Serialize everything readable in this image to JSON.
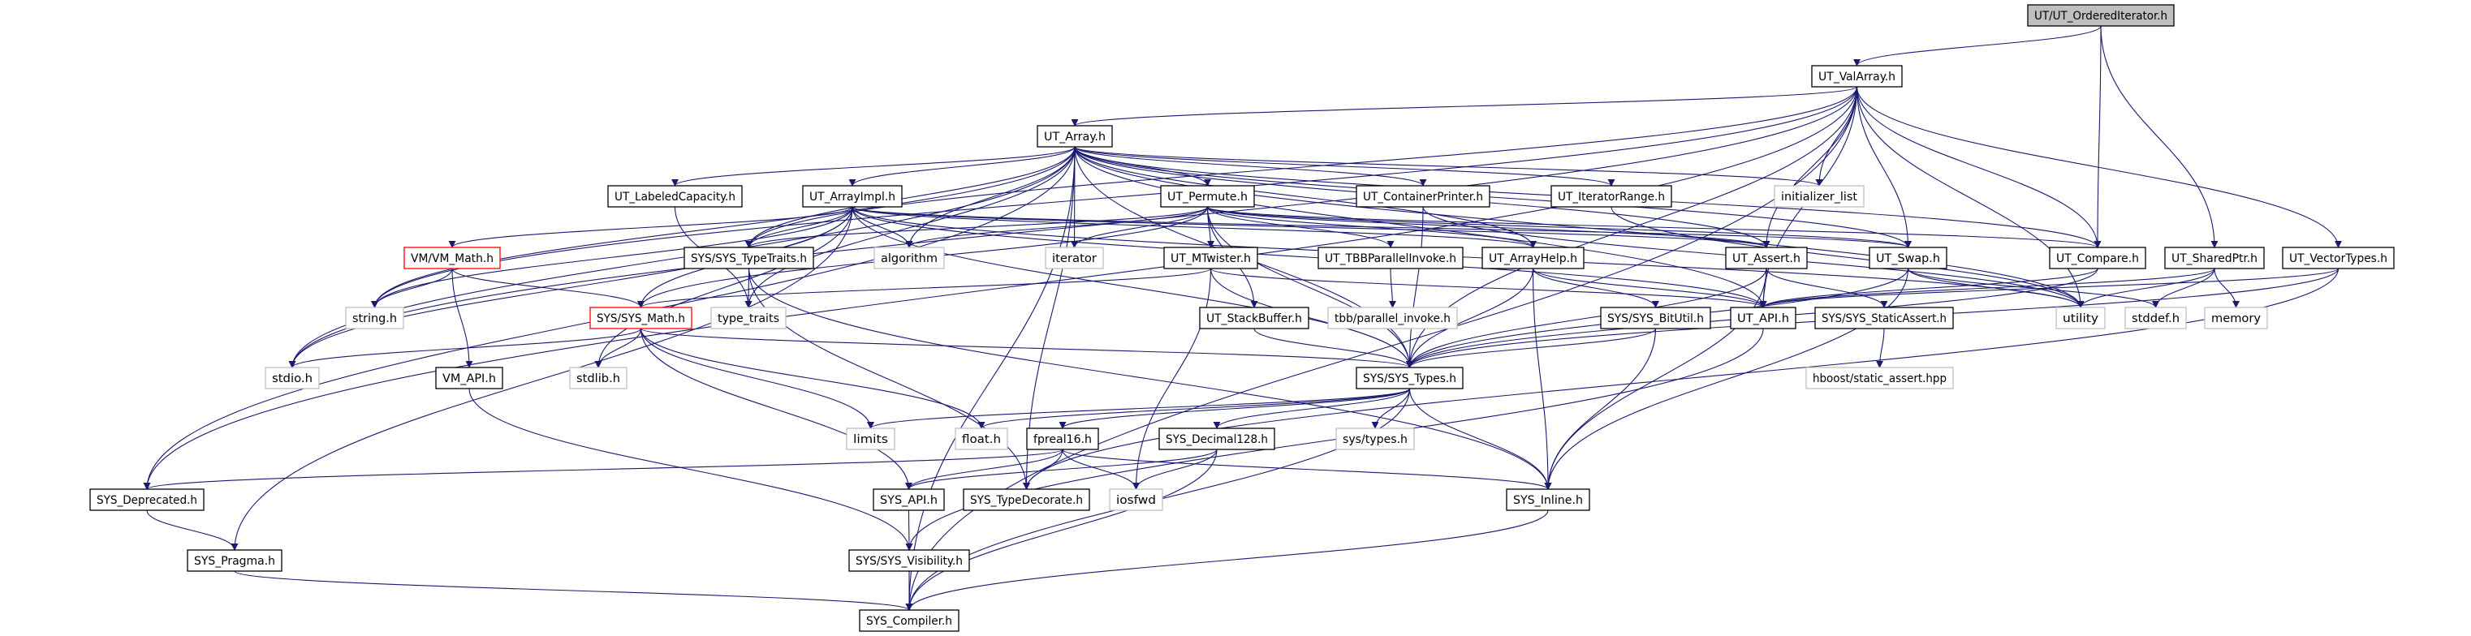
{
  "graph": {
    "type": "include-dependency-graph",
    "colors": {
      "edge": "#191970",
      "root_fill": "#bfbfbf",
      "documented_border": "#000000",
      "external_border": "#bfbfbf",
      "truncated_border": "#ff0000"
    },
    "nodes": [
      {
        "id": "oi",
        "label": "UT/UT_OrderedIterator.h",
        "kind": "root"
      },
      {
        "id": "valarray",
        "label": "UT_ValArray.h",
        "kind": "documented"
      },
      {
        "id": "array",
        "label": "UT_Array.h",
        "kind": "documented"
      },
      {
        "id": "labeled",
        "label": "UT_LabeledCapacity.h",
        "kind": "documented"
      },
      {
        "id": "arrayimpl",
        "label": "UT_ArrayImpl.h",
        "kind": "documented"
      },
      {
        "id": "permute",
        "label": "UT_Permute.h",
        "kind": "documented"
      },
      {
        "id": "contprint",
        "label": "UT_ContainerPrinter.h",
        "kind": "documented"
      },
      {
        "id": "iterrange",
        "label": "UT_IteratorRange.h",
        "kind": "documented"
      },
      {
        "id": "initlist",
        "label": "initializer_list",
        "kind": "external"
      },
      {
        "id": "vmmath",
        "label": "VM/VM_Math.h",
        "kind": "truncated"
      },
      {
        "id": "typetraits",
        "label": "SYS/SYS_TypeTraits.h",
        "kind": "documented"
      },
      {
        "id": "algorithm",
        "label": "algorithm",
        "kind": "external"
      },
      {
        "id": "iterator",
        "label": "iterator",
        "kind": "external"
      },
      {
        "id": "mtwister",
        "label": "UT_MTwister.h",
        "kind": "documented"
      },
      {
        "id": "tbbpi",
        "label": "UT_TBBParallelInvoke.h",
        "kind": "documented"
      },
      {
        "id": "arrayhelp",
        "label": "UT_ArrayHelp.h",
        "kind": "documented"
      },
      {
        "id": "assert",
        "label": "UT_Assert.h",
        "kind": "documented"
      },
      {
        "id": "swap",
        "label": "UT_Swap.h",
        "kind": "documented"
      },
      {
        "id": "compare",
        "label": "UT_Compare.h",
        "kind": "documented"
      },
      {
        "id": "sharedptr",
        "label": "UT_SharedPtr.h",
        "kind": "documented"
      },
      {
        "id": "vectortypes",
        "label": "UT_VectorTypes.h",
        "kind": "documented"
      },
      {
        "id": "string",
        "label": "string.h",
        "kind": "external"
      },
      {
        "id": "sysmath",
        "label": "SYS/SYS_Math.h",
        "kind": "truncated"
      },
      {
        "id": "stdtraits",
        "label": "type_traits",
        "kind": "external"
      },
      {
        "id": "stackbuf",
        "label": "UT_StackBuffer.h",
        "kind": "documented"
      },
      {
        "id": "tbbpar",
        "label": "tbb/parallel_invoke.h",
        "kind": "external"
      },
      {
        "id": "bitutil",
        "label": "SYS/SYS_BitUtil.h",
        "kind": "documented"
      },
      {
        "id": "utapi",
        "label": "UT_API.h",
        "kind": "documented"
      },
      {
        "id": "staticassert",
        "label": "SYS/SYS_StaticAssert.h",
        "kind": "documented"
      },
      {
        "id": "utility",
        "label": "utility",
        "kind": "external"
      },
      {
        "id": "stddef",
        "label": "stddef.h",
        "kind": "external"
      },
      {
        "id": "memory",
        "label": "memory",
        "kind": "external"
      },
      {
        "id": "stdio",
        "label": "stdio.h",
        "kind": "external"
      },
      {
        "id": "vmapi",
        "label": "VM_API.h",
        "kind": "documented"
      },
      {
        "id": "stdlib",
        "label": "stdlib.h",
        "kind": "external"
      },
      {
        "id": "systypes",
        "label": "SYS/SYS_Types.h",
        "kind": "documented"
      },
      {
        "id": "hboost",
        "label": "hboost/static_assert.hpp",
        "kind": "external"
      },
      {
        "id": "limits",
        "label": "limits",
        "kind": "external"
      },
      {
        "id": "float",
        "label": "float.h",
        "kind": "external"
      },
      {
        "id": "fpreal16",
        "label": "fpreal16.h",
        "kind": "documented"
      },
      {
        "id": "decimal",
        "label": "SYS_Decimal128.h",
        "kind": "documented"
      },
      {
        "id": "systypesh",
        "label": "sys/types.h",
        "kind": "external"
      },
      {
        "id": "deprecated",
        "label": "SYS_Deprecated.h",
        "kind": "documented"
      },
      {
        "id": "sysapi",
        "label": "SYS_API.h",
        "kind": "documented"
      },
      {
        "id": "typedecorate",
        "label": "SYS_TypeDecorate.h",
        "kind": "documented"
      },
      {
        "id": "iosfwd",
        "label": "iosfwd",
        "kind": "external"
      },
      {
        "id": "inline",
        "label": "SYS_Inline.h",
        "kind": "documented"
      },
      {
        "id": "pragma",
        "label": "SYS_Pragma.h",
        "kind": "documented"
      },
      {
        "id": "visibility",
        "label": "SYS/SYS_Visibility.h",
        "kind": "documented"
      },
      {
        "id": "compiler",
        "label": "SYS_Compiler.h",
        "kind": "documented"
      }
    ],
    "edges": [
      [
        "oi",
        "valarray"
      ],
      [
        "oi",
        "compare"
      ],
      [
        "oi",
        "sharedptr"
      ],
      [
        "valarray",
        "array"
      ],
      [
        "valarray",
        "initlist"
      ],
      [
        "valarray",
        "assert"
      ],
      [
        "valarray",
        "swap"
      ],
      [
        "valarray",
        "utapi"
      ],
      [
        "valarray",
        "compare"
      ],
      [
        "valarray",
        "vectortypes"
      ],
      [
        "valarray",
        "systypes"
      ],
      [
        "valarray",
        "string"
      ],
      [
        "valarray",
        "stdio"
      ],
      [
        "valarray",
        "compiler"
      ],
      [
        "valarray",
        "deprecated"
      ],
      [
        "valarray",
        "typetraits"
      ],
      [
        "valarray",
        "utility"
      ],
      [
        "array",
        "arrayimpl"
      ],
      [
        "array",
        "labeled"
      ],
      [
        "array",
        "permute"
      ],
      [
        "array",
        "contprint"
      ],
      [
        "array",
        "iterrange"
      ],
      [
        "array",
        "algorithm"
      ],
      [
        "array",
        "iterator"
      ],
      [
        "array",
        "initlist"
      ],
      [
        "array",
        "assert"
      ],
      [
        "array",
        "swap"
      ],
      [
        "array",
        "utapi"
      ],
      [
        "array",
        "arrayhelp"
      ],
      [
        "array",
        "systypes"
      ],
      [
        "array",
        "typetraits"
      ],
      [
        "array",
        "deprecated"
      ],
      [
        "array",
        "compiler"
      ],
      [
        "array",
        "string"
      ],
      [
        "array",
        "stdio"
      ],
      [
        "array",
        "typedecorate"
      ],
      [
        "array",
        "stdtraits"
      ],
      [
        "array",
        "utility"
      ],
      [
        "array",
        "compare"
      ],
      [
        "arrayimpl",
        "vmmath"
      ],
      [
        "arrayimpl",
        "sysmath"
      ],
      [
        "arrayimpl",
        "typetraits"
      ],
      [
        "arrayimpl",
        "algorithm"
      ],
      [
        "arrayimpl",
        "string"
      ],
      [
        "arrayimpl",
        "stdio"
      ],
      [
        "arrayimpl",
        "stdlib"
      ],
      [
        "arrayimpl",
        "pragma"
      ],
      [
        "arrayimpl",
        "swap"
      ],
      [
        "arrayimpl",
        "assert"
      ],
      [
        "arrayimpl",
        "arrayhelp"
      ],
      [
        "arrayimpl",
        "utapi"
      ],
      [
        "arrayimpl",
        "utility"
      ],
      [
        "arrayimpl",
        "systypes"
      ],
      [
        "labeled",
        "stdtraits"
      ],
      [
        "permute",
        "typetraits"
      ],
      [
        "permute",
        "algorithm"
      ],
      [
        "permute",
        "iterator"
      ],
      [
        "permute",
        "mtwister"
      ],
      [
        "permute",
        "stackbuf"
      ],
      [
        "permute",
        "tbbpi"
      ],
      [
        "permute",
        "arrayhelp"
      ],
      [
        "permute",
        "assert"
      ],
      [
        "permute",
        "swap"
      ],
      [
        "permute",
        "systypes"
      ],
      [
        "permute",
        "sysmath"
      ],
      [
        "permute",
        "compare"
      ],
      [
        "contprint",
        "systypes"
      ],
      [
        "contprint",
        "utility"
      ],
      [
        "iterrange",
        "utility"
      ],
      [
        "mtwister",
        "systypes"
      ],
      [
        "mtwister",
        "iosfwd"
      ],
      [
        "mtwister",
        "utapi"
      ],
      [
        "mtwister",
        "sysmath"
      ],
      [
        "tbbpi",
        "tbbpar"
      ],
      [
        "arrayhelp",
        "systypes"
      ],
      [
        "arrayhelp",
        "utapi"
      ],
      [
        "arrayhelp",
        "bitutil"
      ],
      [
        "arrayhelp",
        "inline"
      ],
      [
        "typetraits",
        "stdtraits"
      ],
      [
        "typetraits",
        "typedecorate"
      ],
      [
        "typetraits",
        "inline"
      ],
      [
        "vmmath",
        "string"
      ],
      [
        "vmmath",
        "vmapi"
      ],
      [
        "vmmath",
        "sysmath"
      ],
      [
        "vmapi",
        "visibility"
      ],
      [
        "sysmath",
        "stdio"
      ],
      [
        "sysmath",
        "stdlib"
      ],
      [
        "sysmath",
        "systypes"
      ],
      [
        "sysmath",
        "limits"
      ],
      [
        "sysmath",
        "float"
      ],
      [
        "sysmath",
        "sysapi"
      ],
      [
        "assert",
        "utapi"
      ],
      [
        "assert",
        "staticassert"
      ],
      [
        "assert",
        "inline"
      ],
      [
        "assert",
        "systypes"
      ],
      [
        "swap",
        "utility"
      ],
      [
        "swap",
        "stddef"
      ],
      [
        "swap",
        "systypes"
      ],
      [
        "swap",
        "inline"
      ],
      [
        "compare",
        "utapi"
      ],
      [
        "compare",
        "systypes"
      ],
      [
        "sharedptr",
        "utility"
      ],
      [
        "sharedptr",
        "stddef"
      ],
      [
        "sharedptr",
        "memory"
      ],
      [
        "sharedptr",
        "utapi"
      ],
      [
        "vectortypes",
        "systypes"
      ],
      [
        "vectortypes",
        "typedecorate"
      ],
      [
        "vectortypes",
        "utapi"
      ],
      [
        "utapi",
        "visibility"
      ],
      [
        "bitutil",
        "systypes"
      ],
      [
        "bitutil",
        "inline"
      ],
      [
        "staticassert",
        "hboost"
      ],
      [
        "stackbuf",
        "systypes"
      ],
      [
        "systypes",
        "limits"
      ],
      [
        "systypes",
        "float"
      ],
      [
        "systypes",
        "fpreal16"
      ],
      [
        "systypes",
        "decimal"
      ],
      [
        "systypes",
        "systypesh"
      ],
      [
        "systypes",
        "inline"
      ],
      [
        "systypes",
        "compiler"
      ],
      [
        "fpreal16",
        "sysapi"
      ],
      [
        "fpreal16",
        "typedecorate"
      ],
      [
        "fpreal16",
        "iosfwd"
      ],
      [
        "fpreal16",
        "inline"
      ],
      [
        "fpreal16",
        "deprecated"
      ],
      [
        "decimal",
        "sysapi"
      ],
      [
        "decimal",
        "iosfwd"
      ],
      [
        "decimal",
        "compiler"
      ],
      [
        "sysapi",
        "visibility"
      ],
      [
        "visibility",
        "compiler"
      ],
      [
        "deprecated",
        "pragma"
      ],
      [
        "pragma",
        "compiler"
      ],
      [
        "inline",
        "compiler"
      ]
    ]
  }
}
